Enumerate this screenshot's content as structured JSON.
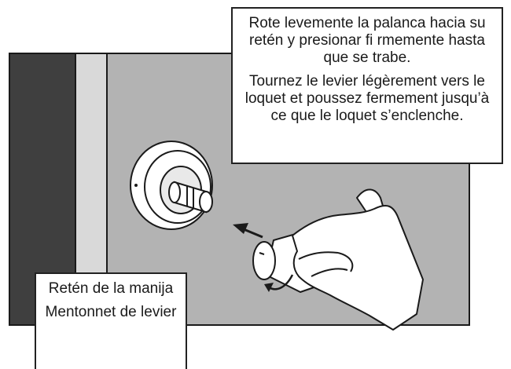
{
  "instruction": {
    "spanish": "Rote levemente la palanca hacia su retén y presionar fi rmemente hasta que se trabe.",
    "french": "Tournez le levier légèrement vers le loquet et poussez fermement jusqu’à ce que le loquet s’enclenche."
  },
  "part_label": {
    "spanish": "Retén de la manija",
    "french": "Mentonnet de levier"
  },
  "colors": {
    "door_face": "#b3b3b3",
    "door_edge": "#3f3f3f",
    "door_jamb": "#d9d9d9",
    "outline": "#1a1a1a",
    "fill_white": "#ffffff"
  },
  "icons": [
    "arrow-left-icon",
    "rotation-arrow-icon",
    "hand-icon",
    "lever-handle-icon",
    "rose-icon",
    "spindle-icon"
  ]
}
